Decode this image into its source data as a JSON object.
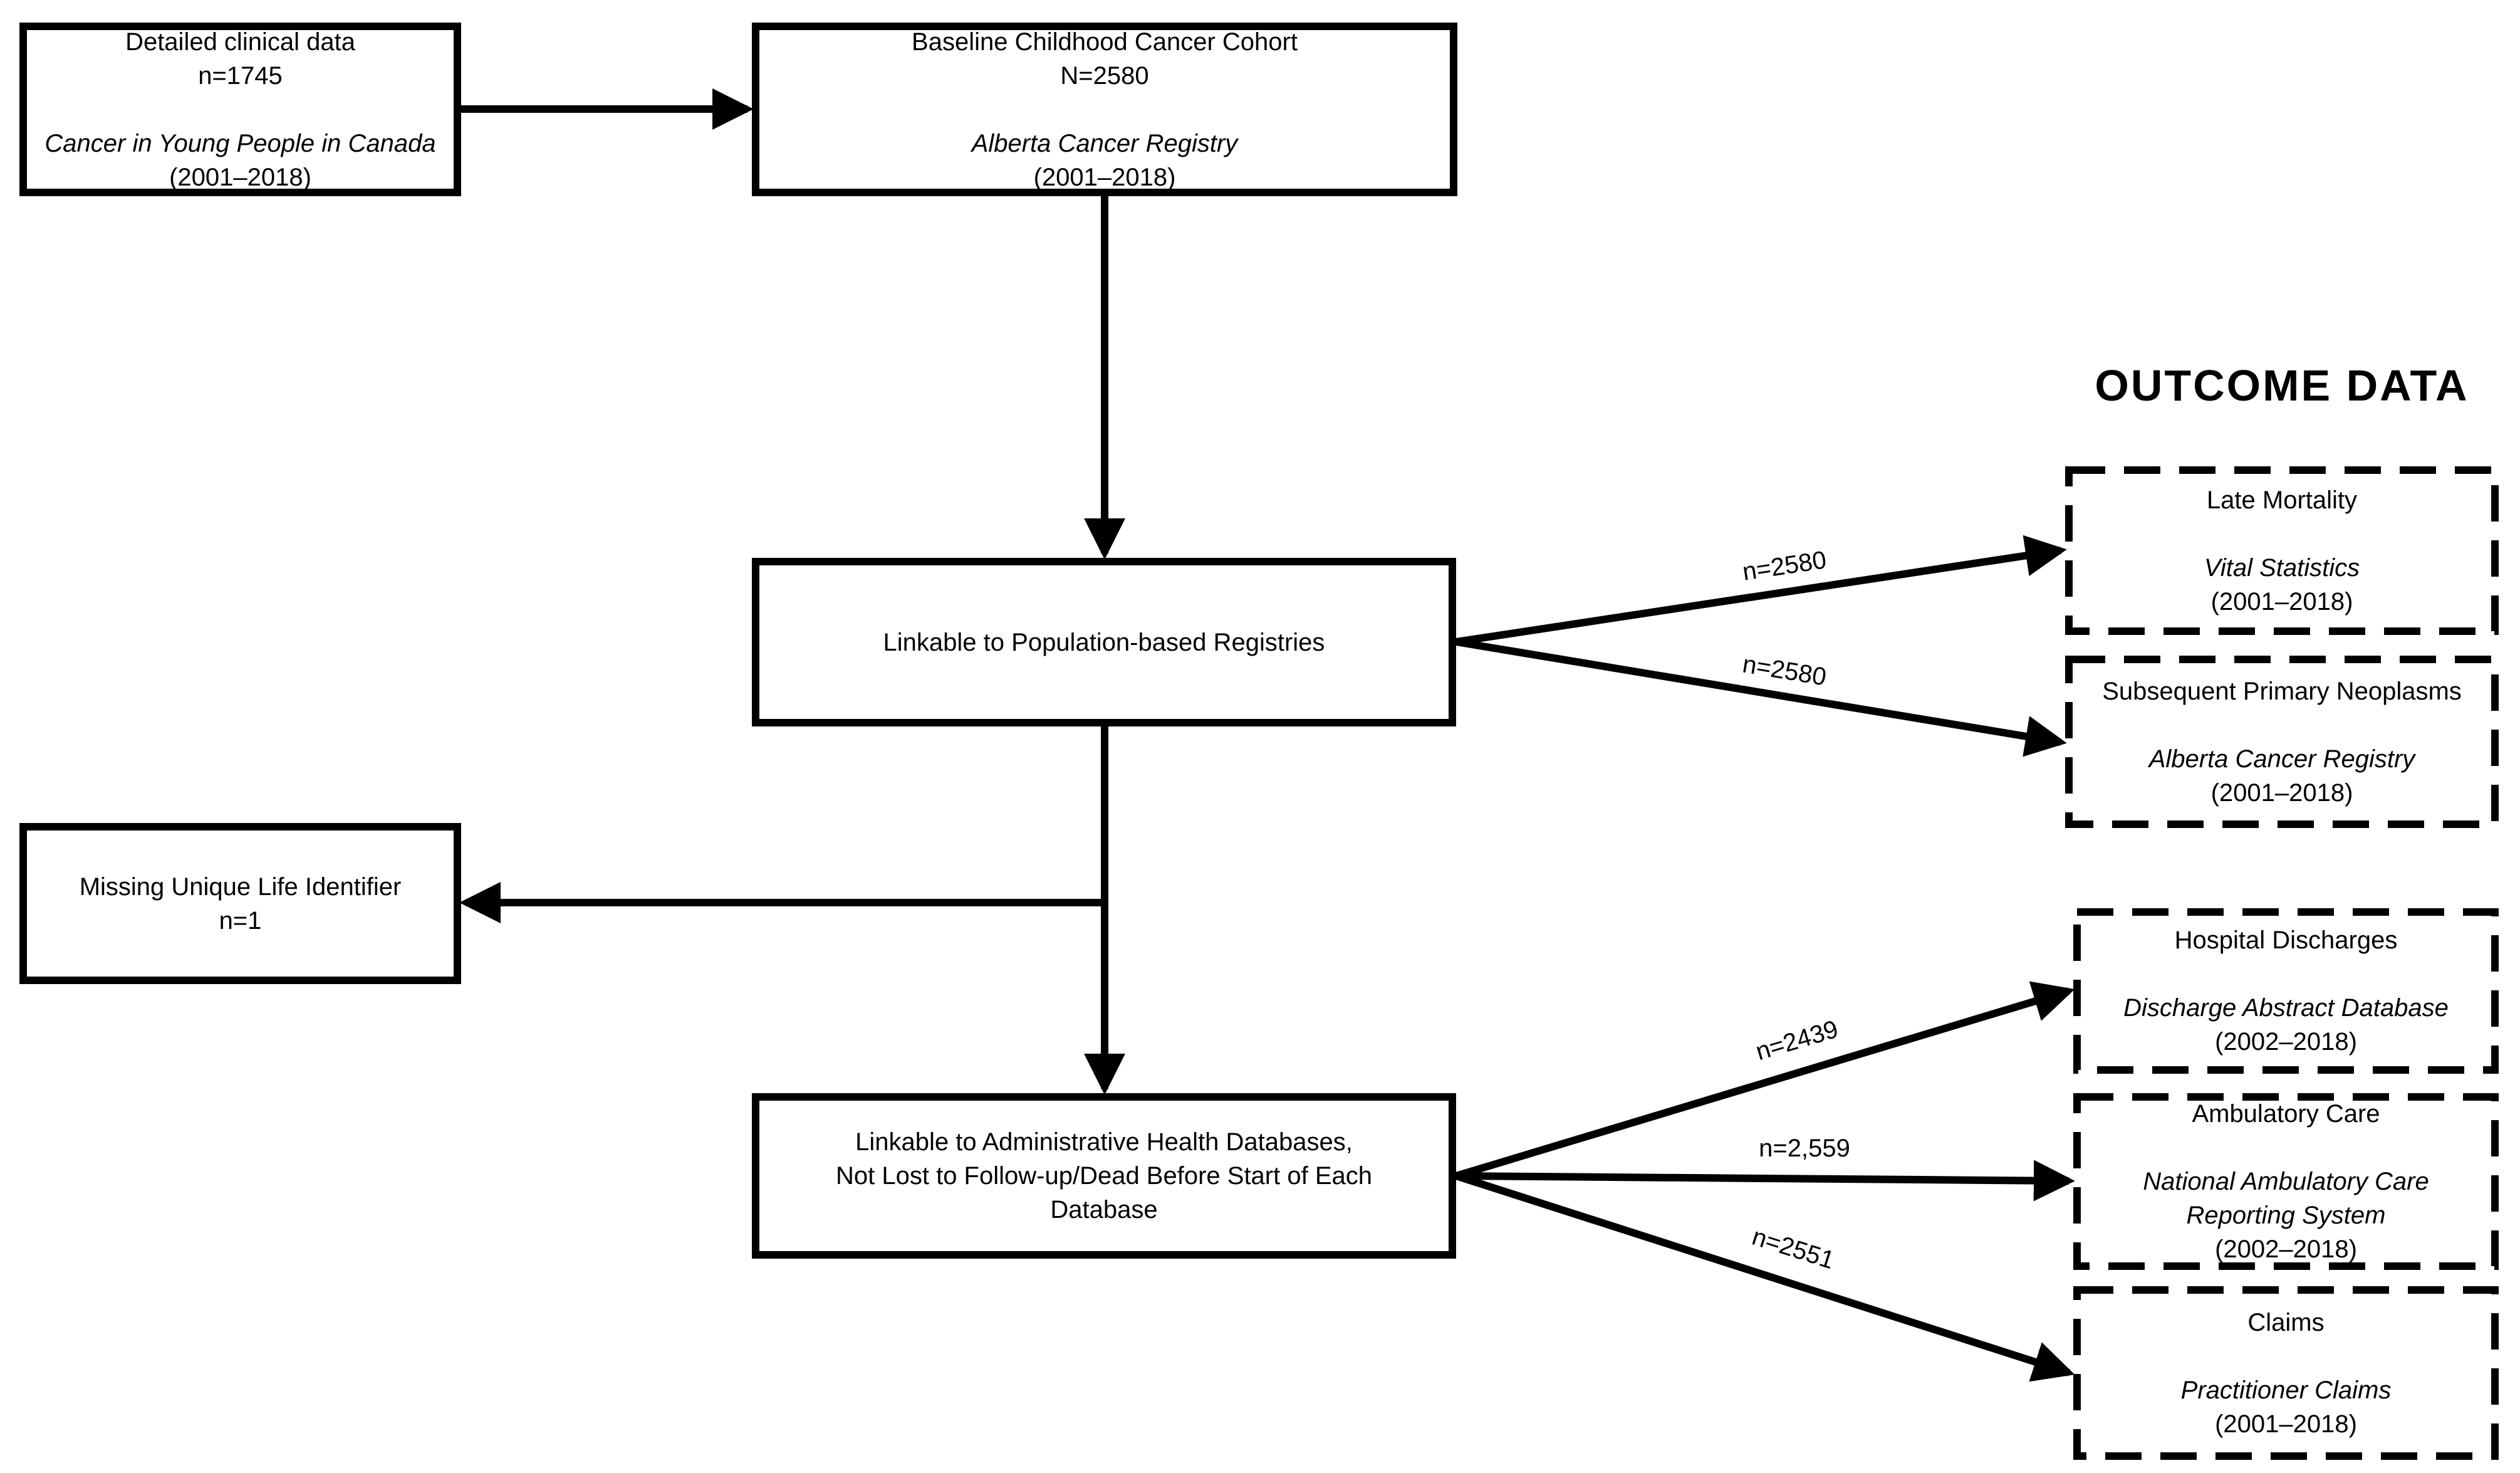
{
  "page": {
    "background_color": "#ffffff",
    "line_color": "#000000"
  },
  "heading": {
    "outcome_data": "OUTCOME DATA"
  },
  "boxes": {
    "clinical": {
      "title": "Detailed clinical data",
      "n": "n=1745",
      "source": "Cancer in Young People in Canada",
      "years": "(2001–2018)"
    },
    "baseline": {
      "title": "Baseline Childhood Cancer Cohort",
      "n": "N=2580",
      "source": "Alberta Cancer Registry",
      "years": "(2001–2018)"
    },
    "registries": {
      "text": "Linkable to Population-based Registries"
    },
    "missing": {
      "title": "Missing Unique Life Identifier",
      "n": "n=1"
    },
    "admin": {
      "line1": "Linkable to Administrative Health Databases,",
      "line2": "Not Lost to Follow-up/Dead Before Start of Each",
      "line3": "Database"
    },
    "late_mortality": {
      "title": "Late Mortality",
      "source": "Vital Statistics",
      "years": "(2001–2018)"
    },
    "spn": {
      "title": "Subsequent Primary Neoplasms",
      "source": "Alberta Cancer Registry",
      "years": "(2001–2018)"
    },
    "hospital": {
      "title": "Hospital Discharges",
      "source": "Discharge Abstract Database",
      "years": "(2002–2018)"
    },
    "ambulatory": {
      "title": "Ambulatory Care",
      "source_line1": "National Ambulatory Care",
      "source_line2": "Reporting System",
      "years": "(2002–2018)"
    },
    "claims": {
      "title": "Claims",
      "source": "Practitioner Claims",
      "years": "(2001–2018)"
    }
  },
  "edge_labels": {
    "to_late_mortality": "n=2580",
    "to_spn": "n=2580",
    "to_hospital": "n=2439",
    "to_ambulatory": "n=2,559",
    "to_claims": "n=2551"
  }
}
